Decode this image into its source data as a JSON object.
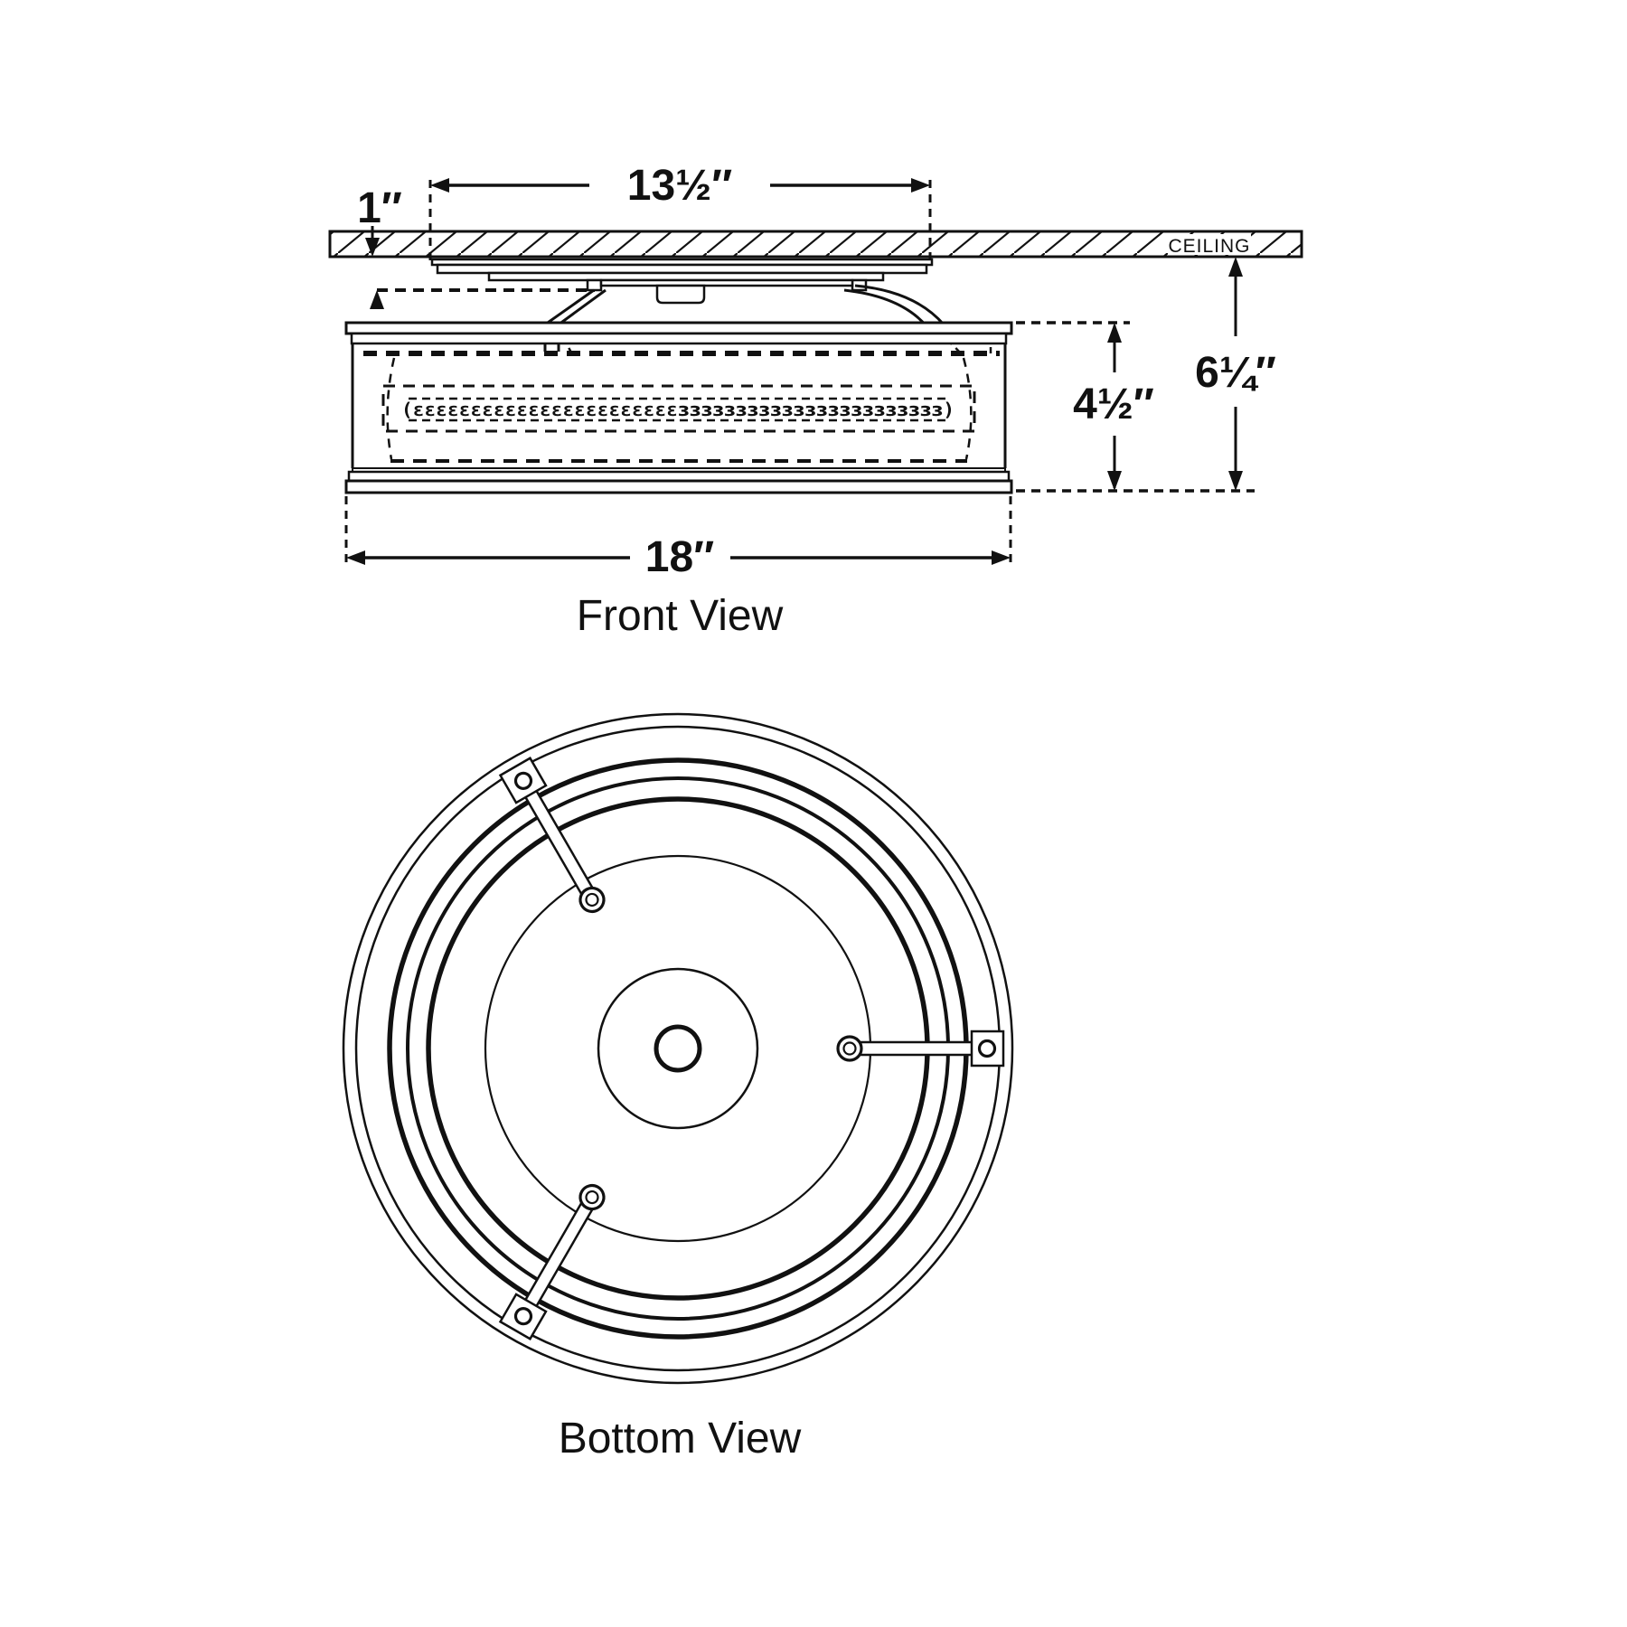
{
  "colors": {
    "ink": "#111111",
    "background": "#ffffff"
  },
  "front_view": {
    "label": "Front View",
    "ceiling_label": "CEILING",
    "dimensions": {
      "canopy_width": "13½″",
      "canopy_height": "1″",
      "fixture_height": "4½″",
      "overall_height": "6¼″",
      "overall_width": "18″"
    },
    "led_strip": "(ɛɛɛɛɛɛɛɛɛɛɛɛɛɛɛɛɛɛɛɛɛɛɛɜɜɜɜɜɜɜɜɜɜɜɜɜɜɜɜɜɜɜɜɜɜɜ)"
  },
  "bottom_view": {
    "label": "Bottom View"
  }
}
